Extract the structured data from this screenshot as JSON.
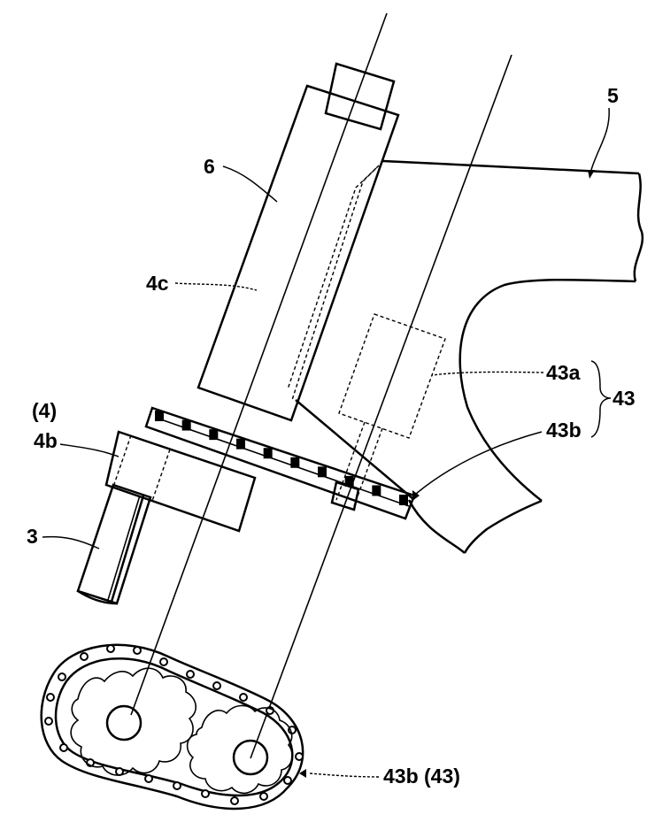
{
  "labels": {
    "l5": "5",
    "l6": "6",
    "l4c": "4c",
    "l4": "(4)",
    "l4b": "4b",
    "l3": "3",
    "l43a": "43a",
    "l43": "43",
    "l43b": "43b",
    "l43b43": "43b (43)"
  }
}
